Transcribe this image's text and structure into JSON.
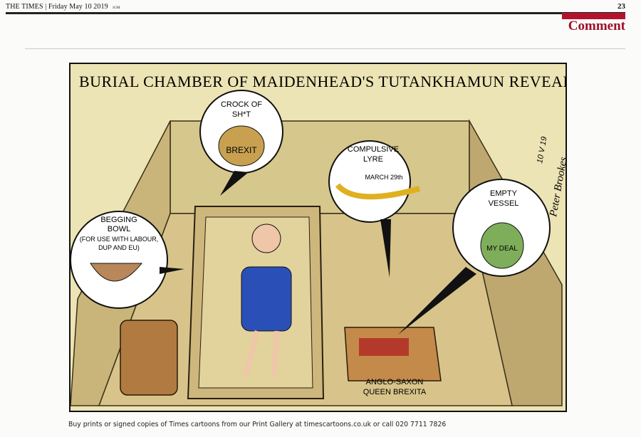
{
  "header": {
    "masthead": "THE TIMES | Friday May 10 2019",
    "edition": "1GM",
    "page_number": "23",
    "section": "Comment",
    "section_color": "#9e1028"
  },
  "cartoon": {
    "title": "BURIAL CHAMBER OF MAIDENHEAD'S TUTANKHAMUN REVEALED....",
    "bubbles": {
      "crock": {
        "label": [
          "CROCK OF",
          "SH*T"
        ],
        "pot_text": "BREXIT"
      },
      "lyre": {
        "label": [
          "COMPULSIVE",
          "LYRE"
        ],
        "lyre_text": "MARCH 29th"
      },
      "vessel": {
        "label": [
          "EMPTY",
          "VESSEL"
        ],
        "pot_text": "MY DEAL"
      },
      "bowl": {
        "label": [
          "BEGGING",
          "BOWL",
          "(FOR USE WITH LABOUR,",
          "DUP AND EU)"
        ]
      }
    },
    "plinth": [
      "ANGLO-SAXON",
      "QUEEN BREXITA"
    ],
    "signature": "Peter Brookes",
    "date_mark": "10 V 19"
  },
  "footer": {
    "credit": "Buy prints or signed copies of Times cartoons from our Print Gallery at timescartoons.co.uk or call 020 7711 7826"
  }
}
